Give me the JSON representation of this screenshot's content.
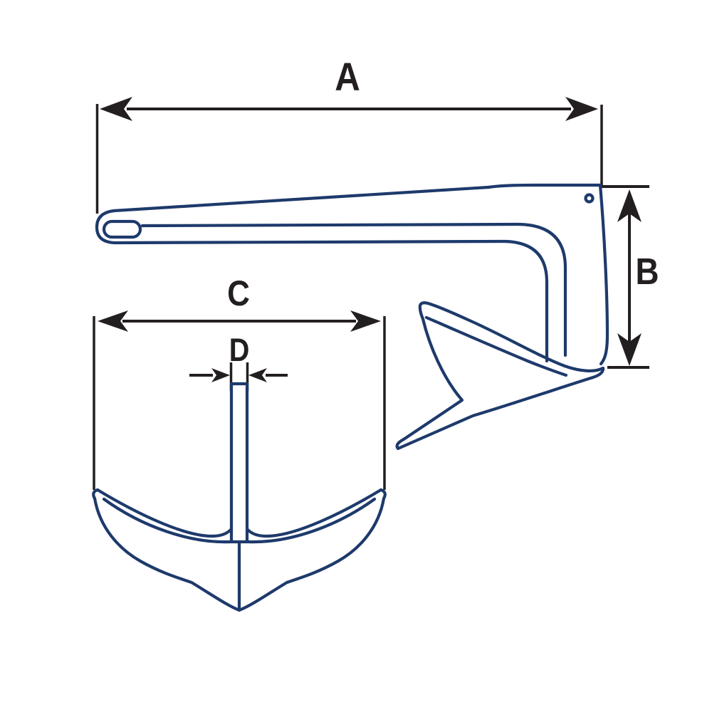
{
  "colors": {
    "outline_blue": "#1e3a6c",
    "dimension_ink": "#231f20",
    "background": "#ffffff"
  },
  "diagram": {
    "dimension_labels": {
      "a": "A",
      "b": "B",
      "c": "C",
      "d": "D"
    }
  }
}
